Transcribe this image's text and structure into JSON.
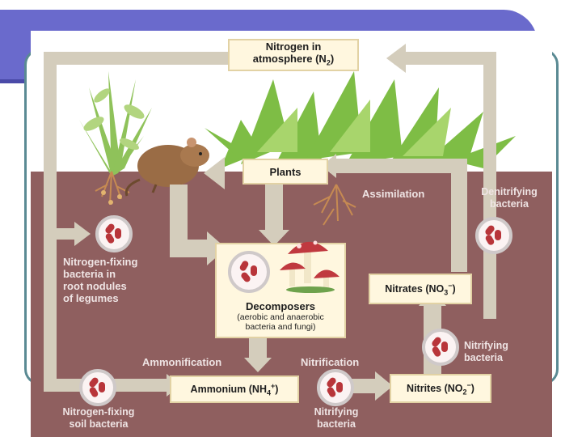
{
  "diagram": {
    "boxes": {
      "atmosphere": {
        "line1": "Nitrogen in",
        "line2": "atmosphere (N",
        "sub": "2",
        "close": ")"
      },
      "plants": "Plants",
      "decomposers": {
        "title": "Decomposers",
        "line1": "(aerobic and anaerobic",
        "line2": "bacteria and fungi)"
      },
      "ammonium": {
        "text": "Ammonium (NH",
        "sub": "4",
        "sup": "+",
        "close": ")"
      },
      "nitrites": {
        "text": "Nitrites (NO",
        "sub": "2",
        "sup": "−",
        "close": ")"
      },
      "nitrates": {
        "text": "Nitrates (NO",
        "sub": "3",
        "sup": "−",
        "close": ")"
      }
    },
    "labels": {
      "assimilation": "Assimilation",
      "denitrifying": {
        "line1": "Denitrifying",
        "line2": "bacteria"
      },
      "legume_bacteria": {
        "line1": "Nitrogen-fixing",
        "line2": "bacteria in",
        "line3": "root nodules",
        "line4": "of legumes"
      },
      "ammonification": "Ammonification",
      "nitrification": "Nitrification",
      "nitrifying_right": {
        "line1": "Nitrifying",
        "line2": "bacteria"
      },
      "nitrifying_bottom": {
        "line1": "Nitrifying",
        "line2": "bacteria"
      },
      "soil_bacteria": {
        "line1": "Nitrogen-fixing",
        "line2": "soil bacteria"
      }
    },
    "colors": {
      "soil": "#8f5f5f",
      "pipe": "#d4cdbc",
      "box_fill": "#fff7df",
      "slide_band": "#6a6acc"
    }
  }
}
